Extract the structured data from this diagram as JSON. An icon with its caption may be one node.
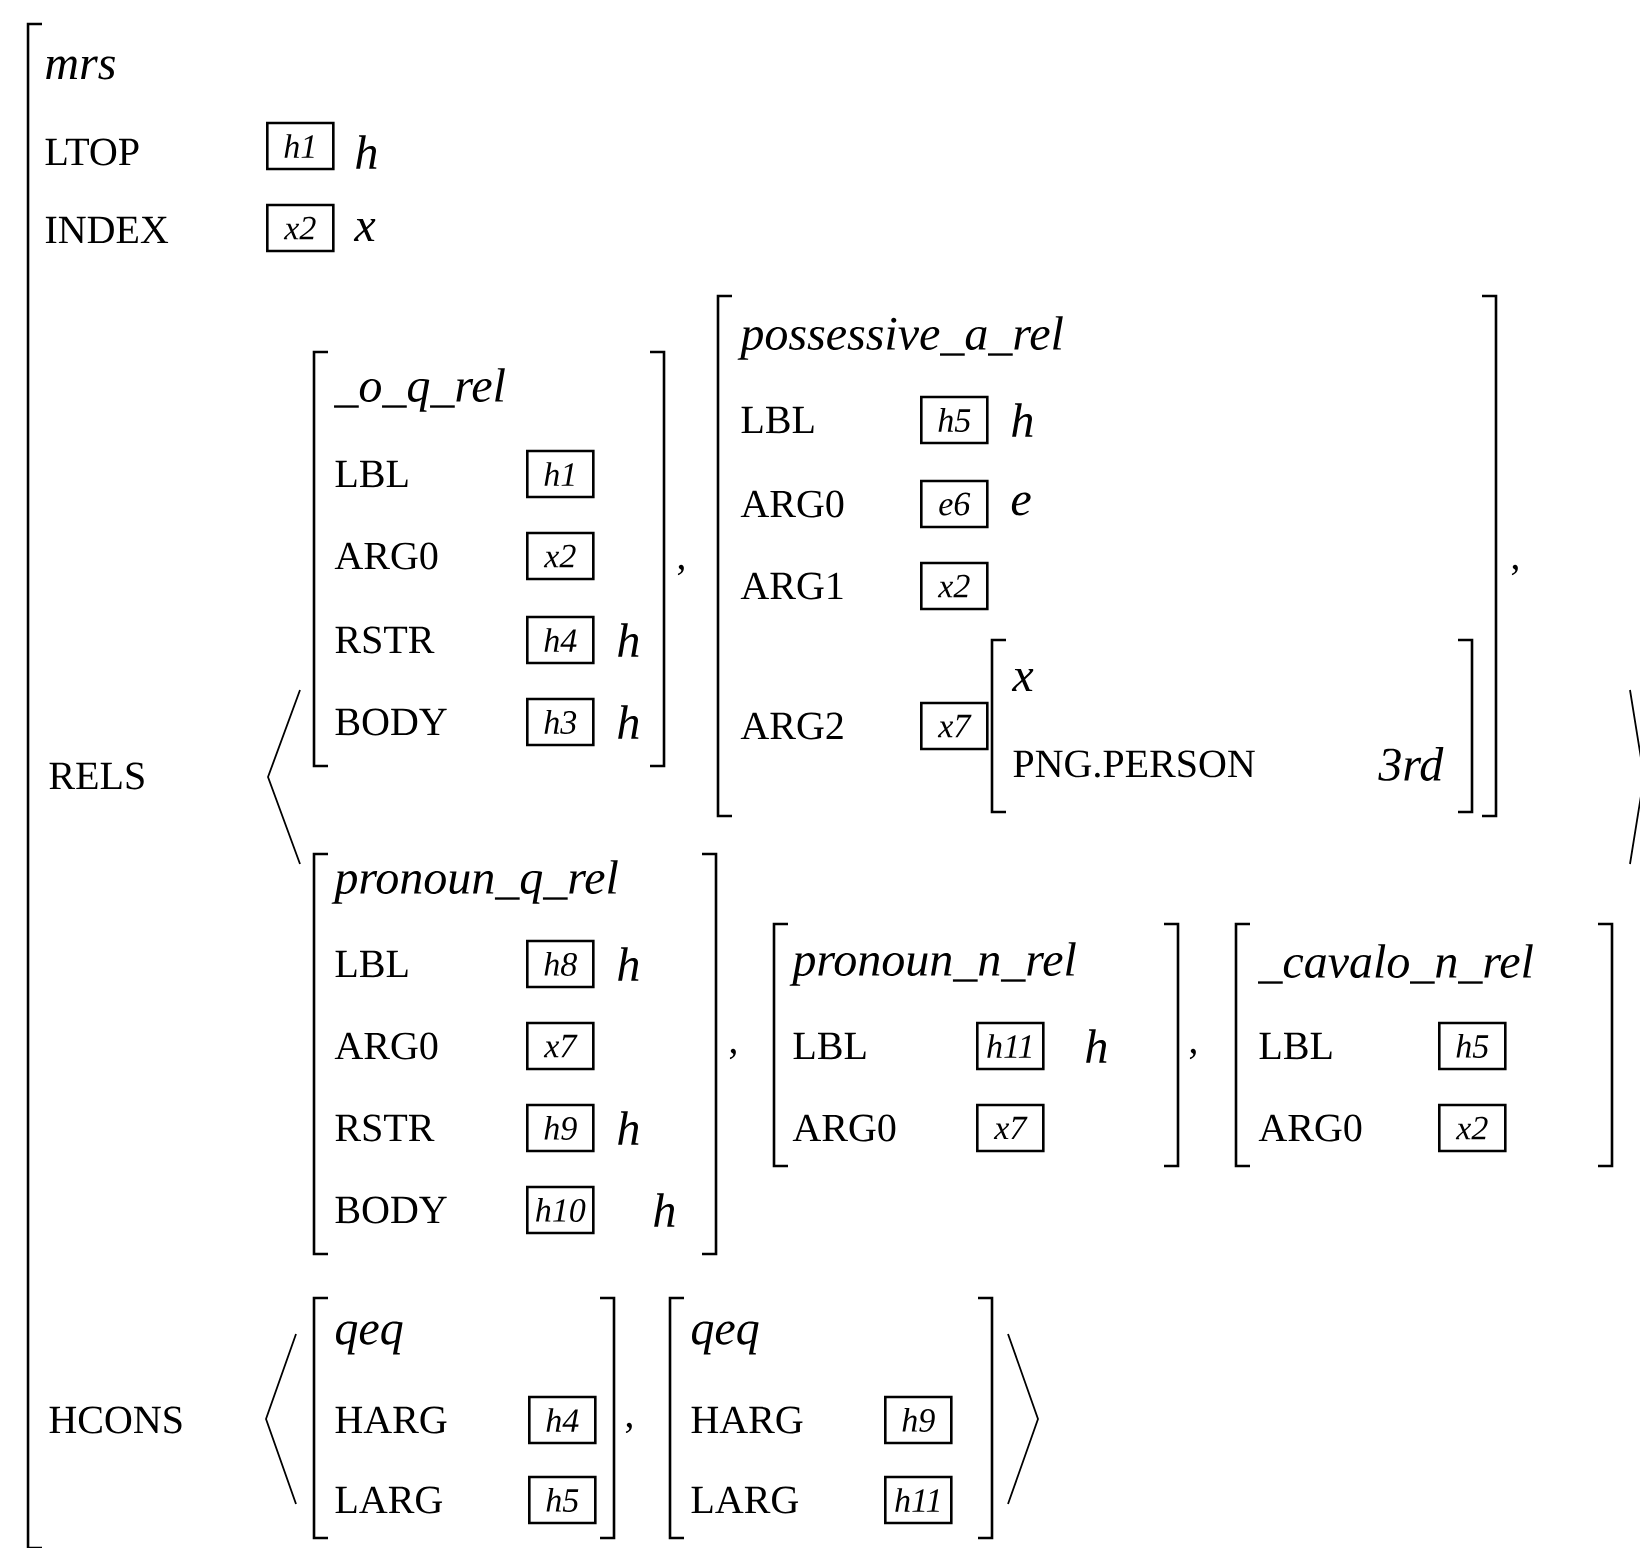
{
  "diagram": {
    "nodes": [
      {
        "text": [
          "mrs",
          "LTOP",
          "h",
          "INDEX",
          "x",
          "RELS",
          "HCONS"
        ]
      },
      {
        "text": [
          "h1"
        ],
        "in": 0
      },
      {
        "text": [
          "x2"
        ],
        "in": 0
      },
      {
        "text": [
          "_o_q_rel",
          "LBL",
          "ARG0",
          "RSTR",
          "h",
          "BODY",
          "h"
        ]
      },
      {
        "text": [
          "h1"
        ],
        "in": 3
      },
      {
        "text": [
          "x2"
        ],
        "in": 3
      },
      {
        "text": [
          "h4"
        ],
        "in": 3
      },
      {
        "text": [
          "h3"
        ],
        "in": 3
      },
      {
        "text": [
          "possessive_a_rel",
          "LBL",
          "h",
          "ARG0",
          "e",
          "ARG1",
          "ARG2"
        ]
      },
      {
        "text": [
          "h5"
        ],
        "in": 8
      },
      {
        "text": [
          "e6"
        ],
        "in": 8
      },
      {
        "text": [
          "x2"
        ],
        "in": 8
      },
      {
        "text": [
          "x7"
        ],
        "in": 8
      },
      {
        "text": [
          "x",
          "PNG.PERSON",
          "3rd"
        ],
        "in": 8
      },
      {
        "text": [
          "pronoun_q_rel",
          "LBL",
          "h",
          "ARG0",
          "RSTR",
          "h",
          "BODY",
          "h"
        ]
      },
      {
        "text": [
          "h8"
        ],
        "in": 14
      },
      {
        "text": [
          "x7"
        ],
        "in": 14
      },
      {
        "text": [
          "h9"
        ],
        "in": 14
      },
      {
        "text": [
          "h10"
        ],
        "in": 14
      },
      {
        "text": [
          "pronoun_n_rel",
          "LBL",
          "h",
          "ARG0"
        ]
      },
      {
        "text": [
          "h11"
        ],
        "in": 19
      },
      {
        "text": [
          "x7"
        ],
        "in": 19
      },
      {
        "text": [
          "_cavalo_n_rel",
          "LBL",
          "ARG0"
        ]
      },
      {
        "text": [
          "h5"
        ],
        "in": 22
      },
      {
        "text": [
          "x2"
        ],
        "in": 22
      },
      {
        "text": [
          "qeq",
          "HARG",
          "LARG"
        ]
      },
      {
        "text": [
          "h4"
        ],
        "in": 25
      },
      {
        "text": [
          "h5"
        ],
        "in": 25
      },
      {
        "text": [
          "qeq",
          "HARG",
          "LARG"
        ]
      },
      {
        "text": [
          "h9"
        ],
        "in": 28
      },
      {
        "text": [
          "h11"
        ],
        "in": 28
      }
    ],
    "labels": [
      ",",
      ",",
      ",",
      ",",
      ","
    ]
  }
}
